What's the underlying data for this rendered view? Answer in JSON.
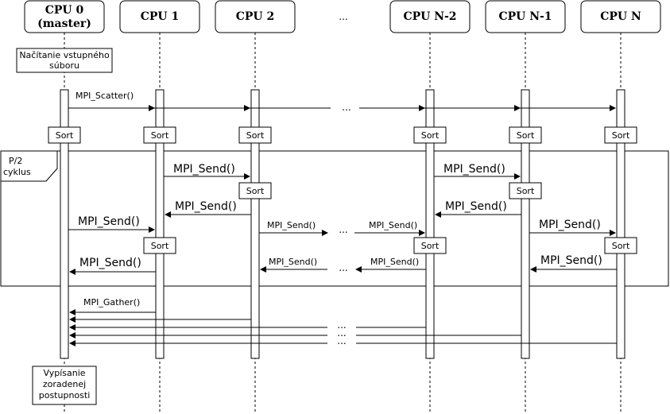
{
  "participants": [
    {
      "line1": "CPU 0",
      "line2": "(master)"
    },
    {
      "line1": "CPU 1",
      "line2": ""
    },
    {
      "line1": "CPU 2",
      "line2": ""
    },
    {
      "line1": "...",
      "line2": ""
    },
    {
      "line1": "CPU N-2",
      "line2": ""
    },
    {
      "line1": "CPU N-1",
      "line2": ""
    },
    {
      "line1": "CPU N",
      "line2": ""
    }
  ],
  "notes": {
    "read_input": [
      "Načítanie vstupného",
      "súboru"
    ],
    "print_output": [
      "Vypísanie",
      "zoradenej",
      "postupnosti"
    ]
  },
  "messages": {
    "scatter": "MPI_Scatter()",
    "send": "MPI_Send()",
    "gather": "MPI_Gather()",
    "ellipsis": "...",
    "ellipsis_small": "..."
  },
  "sort_label": "Sort",
  "loop": {
    "line1": "P/2",
    "line2": "cyklus"
  }
}
